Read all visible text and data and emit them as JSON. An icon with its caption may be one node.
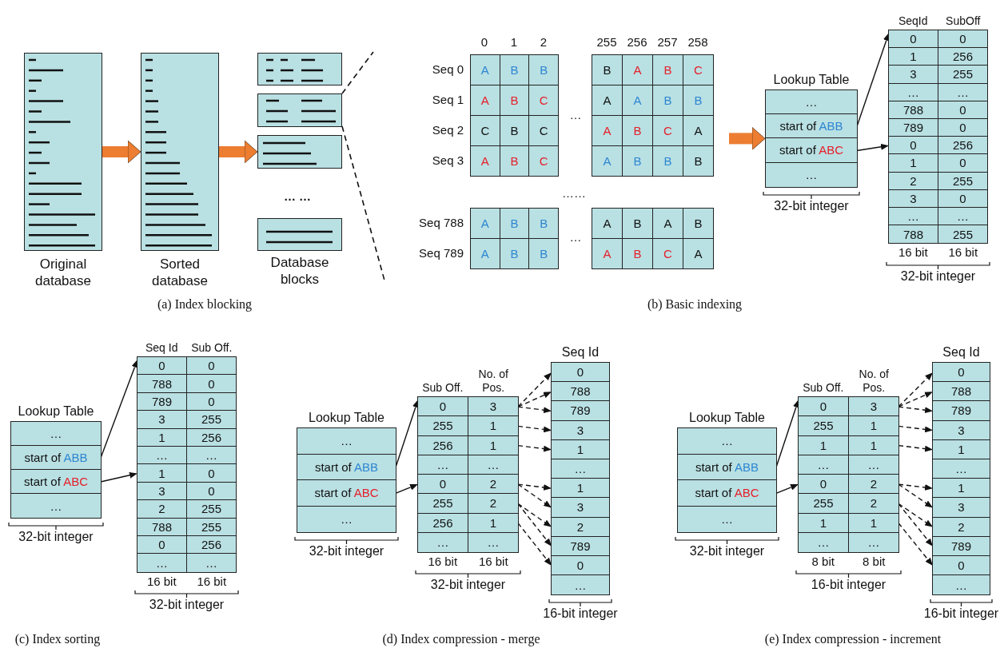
{
  "diagram": {
    "nodes": [
      {
        "text": [
          "Original database"
        ]
      },
      {
        "text": [
          "Sorted database"
        ]
      },
      {
        "text": [],
        "shape": "box"
      },
      {
        "text": [],
        "shape": "box"
      },
      {
        "text": [],
        "shape": "box"
      },
      {
        "text": [],
        "shape": "box"
      },
      {
        "text": [
          "Lookup Table"
        ],
        "beside": [
          "32-bit integer"
        ]
      },
      {
        "text": [
          "…"
        ],
        "in": 6
      },
      {
        "text": [
          "start of",
          "ABB"
        ],
        "in": 6
      },
      {
        "text": [
          "start of",
          "ABC"
        ],
        "in": 6
      },
      {
        "text": [
          "…"
        ],
        "in": 6
      },
      {
        "text": [
          "SeqId",
          "SubOff"
        ],
        "beside": [
          "16 bit",
          "16 bit",
          "32-bit integer"
        ]
      },
      {
        "text": [
          "0",
          "0"
        ],
        "in": 11
      },
      {
        "text": [
          "1",
          "256"
        ],
        "in": 11
      },
      {
        "text": [
          "3",
          "255"
        ],
        "in": 11
      },
      {
        "text": [
          "…",
          "…"
        ],
        "in": 11
      },
      {
        "text": [
          "788",
          "0"
        ],
        "in": 11
      },
      {
        "text": [
          "789",
          "0"
        ],
        "in": 11
      },
      {
        "text": [
          "0",
          "256"
        ],
        "in": 11
      },
      {
        "text": [
          "1",
          "0"
        ],
        "in": 11
      },
      {
        "text": [
          "2",
          "255"
        ],
        "in": 11
      },
      {
        "text": [
          "3",
          "0"
        ],
        "in": 11
      },
      {
        "text": [
          "…",
          "…"
        ],
        "in": 11
      },
      {
        "text": [
          "788",
          "255"
        ],
        "in": 11
      },
      {
        "text": [
          "Lookup Table"
        ],
        "beside": [
          "32-bit integer"
        ]
      },
      {
        "text": [
          "…"
        ],
        "in": 24
      },
      {
        "text": [
          "start of",
          "ABB"
        ],
        "in": 24
      },
      {
        "text": [
          "start of",
          "ABC"
        ],
        "in": 24
      },
      {
        "text": [
          "…"
        ],
        "in": 24
      },
      {
        "text": [
          "Seq Id",
          "Sub Off."
        ],
        "beside": [
          "16 bit",
          "16 bit",
          "32-bit integer"
        ]
      },
      {
        "text": [
          "0",
          "0"
        ],
        "in": 29
      },
      {
        "text": [
          "788",
          "0"
        ],
        "in": 29
      },
      {
        "text": [
          "789",
          "0"
        ],
        "in": 29
      },
      {
        "text": [
          "3",
          "255"
        ],
        "in": 29
      },
      {
        "text": [
          "1",
          "256"
        ],
        "in": 29
      },
      {
        "text": [
          "…",
          "…"
        ],
        "in": 29
      },
      {
        "text": [
          "1",
          "0"
        ],
        "in": 29
      },
      {
        "text": [
          "3",
          "0"
        ],
        "in": 29
      },
      {
        "text": [
          "2",
          "255"
        ],
        "in": 29
      },
      {
        "text": [
          "788",
          "255"
        ],
        "in": 29
      },
      {
        "text": [
          "0",
          "256"
        ],
        "in": 29
      },
      {
        "text": [
          "…",
          "…"
        ],
        "in": 29
      },
      {
        "text": [
          "Lookup Table"
        ],
        "beside": [
          "32-bit integer"
        ]
      },
      {
        "text": [
          "…"
        ],
        "in": 42
      },
      {
        "text": [
          "start of",
          "ABB"
        ],
        "in": 42
      },
      {
        "text": [
          "start of",
          "ABC"
        ],
        "in": 42
      },
      {
        "text": [
          "…"
        ],
        "in": 42
      },
      {
        "text": [
          "Sub Off.",
          "No. of Pos."
        ],
        "beside": [
          "16 bit",
          "16 bit",
          "32-bit integer"
        ]
      },
      {
        "text": [
          "0",
          "3"
        ],
        "in": 47
      },
      {
        "text": [
          "255",
          "1"
        ],
        "in": 47
      },
      {
        "text": [
          "256",
          "1"
        ],
        "in": 47
      },
      {
        "text": [
          "…",
          "…"
        ],
        "in": 47
      },
      {
        "text": [
          "0",
          "2"
        ],
        "in": 47
      },
      {
        "text": [
          "255",
          "2"
        ],
        "in": 47
      },
      {
        "text": [
          "256",
          "1"
        ],
        "in": 47
      },
      {
        "text": [
          "…",
          "…"
        ],
        "in": 47
      },
      {
        "text": [
          "Seq Id"
        ],
        "beside": [
          "16-bit integer"
        ]
      },
      {
        "text": [
          "0"
        ],
        "in": 56
      },
      {
        "text": [
          "788"
        ],
        "in": 56
      },
      {
        "text": [
          "789"
        ],
        "in": 56
      },
      {
        "text": [
          "3"
        ],
        "in": 56
      },
      {
        "text": [
          "1"
        ],
        "in": 56
      },
      {
        "text": [
          "…"
        ],
        "in": 56
      },
      {
        "text": [
          "1"
        ],
        "in": 56
      },
      {
        "text": [
          "3"
        ],
        "in": 56
      },
      {
        "text": [
          "2"
        ],
        "in": 56
      },
      {
        "text": [
          "789"
        ],
        "in": 56
      },
      {
        "text": [
          "0"
        ],
        "in": 56
      },
      {
        "text": [
          "…"
        ],
        "in": 56
      },
      {
        "text": [
          "Lookup Table"
        ],
        "beside": [
          "32-bit integer"
        ]
      },
      {
        "text": [
          "…"
        ],
        "in": 69
      },
      {
        "text": [
          "start of",
          "ABB"
        ],
        "in": 69
      },
      {
        "text": [
          "start of",
          "ABC"
        ],
        "in": 69
      },
      {
        "text": [
          "…"
        ],
        "in": 69
      },
      {
        "text": [
          "Sub Off.",
          "No. of Pos."
        ],
        "beside": [
          "8 bit",
          "8 bit",
          "16-bit integer"
        ]
      },
      {
        "text": [
          "0",
          "3"
        ],
        "in": 74
      },
      {
        "text": [
          "255",
          "1"
        ],
        "in": 74
      },
      {
        "text": [
          "1",
          "1"
        ],
        "in": 74
      },
      {
        "text": [
          "…",
          "…"
        ],
        "in": 74
      },
      {
        "text": [
          "0",
          "2"
        ],
        "in": 74
      },
      {
        "text": [
          "255",
          "2"
        ],
        "in": 74
      },
      {
        "text": [
          "1",
          "1"
        ],
        "in": 74
      },
      {
        "text": [
          "…",
          "…"
        ],
        "in": 74
      },
      {
        "text": [
          "Seq Id"
        ],
        "beside": [
          "16-bit integer"
        ]
      },
      {
        "text": [
          "0"
        ],
        "in": 83
      },
      {
        "text": [
          "788"
        ],
        "in": 83
      },
      {
        "text": [
          "789"
        ],
        "in": 83
      },
      {
        "text": [
          "3"
        ],
        "in": 83
      },
      {
        "text": [
          "1"
        ],
        "in": 83
      },
      {
        "text": [
          "…"
        ],
        "in": 83
      },
      {
        "text": [
          "1"
        ],
        "in": 83
      },
      {
        "text": [
          "3"
        ],
        "in": 83
      },
      {
        "text": [
          "2"
        ],
        "in": 83
      },
      {
        "text": [
          "789"
        ],
        "in": 83
      },
      {
        "text": [
          "0"
        ],
        "in": 83
      },
      {
        "text": [
          "…"
        ],
        "in": 83
      }
    ],
    "edges": [
      {
        "from": 0,
        "to": 1,
        "arrow": "to",
        "style": "thick",
        "color": "#ed7d31"
      },
      {
        "from": 1,
        "to": 4,
        "arrow": "to",
        "style": "thick",
        "color": "#ed7d31"
      },
      {
        "from": null,
        "to": 6,
        "arrow": "to",
        "style": "thick",
        "color": "#ed7d31"
      },
      {
        "from": 8,
        "to": 12,
        "arrow": "to"
      },
      {
        "from": 9,
        "to": 18,
        "arrow": "to"
      },
      {
        "from": 26,
        "to": 30,
        "arrow": "to"
      },
      {
        "from": 27,
        "to": 36,
        "arrow": "to"
      },
      {
        "from": 44,
        "to": 48,
        "arrow": "to"
      },
      {
        "from": 45,
        "to": 52,
        "arrow": "to"
      },
      {
        "from": 48,
        "to": 57,
        "arrow": "to",
        "style": "dashed"
      },
      {
        "from": 48,
        "to": 58,
        "arrow": "to",
        "style": "dashed"
      },
      {
        "from": 48,
        "to": 59,
        "arrow": "to",
        "style": "dashed"
      },
      {
        "from": 49,
        "to": 60,
        "arrow": "to",
        "style": "dashed"
      },
      {
        "from": 50,
        "to": 61,
        "arrow": "to",
        "style": "dashed"
      },
      {
        "from": 52,
        "to": 63,
        "arrow": "to",
        "style": "dashed"
      },
      {
        "from": 52,
        "to": 64,
        "arrow": "to",
        "style": "dashed"
      },
      {
        "from": 53,
        "to": 65,
        "arrow": "to",
        "style": "dashed"
      },
      {
        "from": 53,
        "to": 66,
        "arrow": "to",
        "style": "dashed"
      },
      {
        "from": 54,
        "to": 67,
        "arrow": "to",
        "style": "dashed"
      },
      {
        "from": 71,
        "to": 75,
        "arrow": "to"
      },
      {
        "from": 72,
        "to": 79,
        "arrow": "to"
      },
      {
        "from": 75,
        "to": 84,
        "arrow": "to",
        "style": "dashed"
      },
      {
        "from": 75,
        "to": 85,
        "arrow": "to",
        "style": "dashed"
      },
      {
        "from": 75,
        "to": 86,
        "arrow": "to",
        "style": "dashed"
      },
      {
        "from": 76,
        "to": 87,
        "arrow": "to",
        "style": "dashed"
      },
      {
        "from": 77,
        "to": 88,
        "arrow": "to",
        "style": "dashed"
      },
      {
        "from": 79,
        "to": 90,
        "arrow": "to",
        "style": "dashed"
      },
      {
        "from": 79,
        "to": 91,
        "arrow": "to",
        "style": "dashed"
      },
      {
        "from": 80,
        "to": 92,
        "arrow": "to",
        "style": "dashed"
      },
      {
        "from": 80,
        "to": 93,
        "arrow": "to",
        "style": "dashed"
      },
      {
        "from": 81,
        "to": 94,
        "arrow": "to",
        "style": "dashed"
      }
    ],
    "labels": [
      "… …",
      "Database blocks",
      "0",
      "1",
      "2",
      "255",
      "256",
      "257",
      "258",
      "Seq 0",
      "A",
      "B",
      "B",
      "B",
      "A",
      "B",
      "C",
      "Seq 1",
      "A",
      "B",
      "C",
      "A",
      "A",
      "B",
      "B",
      "Seq 2",
      "C",
      "B",
      "C",
      "A",
      "B",
      "C",
      "A",
      "Seq 3",
      "A",
      "B",
      "C",
      "A",
      "B",
      "B",
      "B",
      "Seq 788",
      "A",
      "B",
      "B",
      "A",
      "B",
      "A",
      "B",
      "Seq 789",
      "A",
      "B",
      "B",
      "A",
      "B",
      "C",
      "A",
      "…",
      "……",
      "…",
      "(a) Index blocking",
      "(b) Basic indexing",
      "(c) Index sorting",
      "(d) Index compression - merge",
      "(e) Index compression - increment"
    ]
  }
}
